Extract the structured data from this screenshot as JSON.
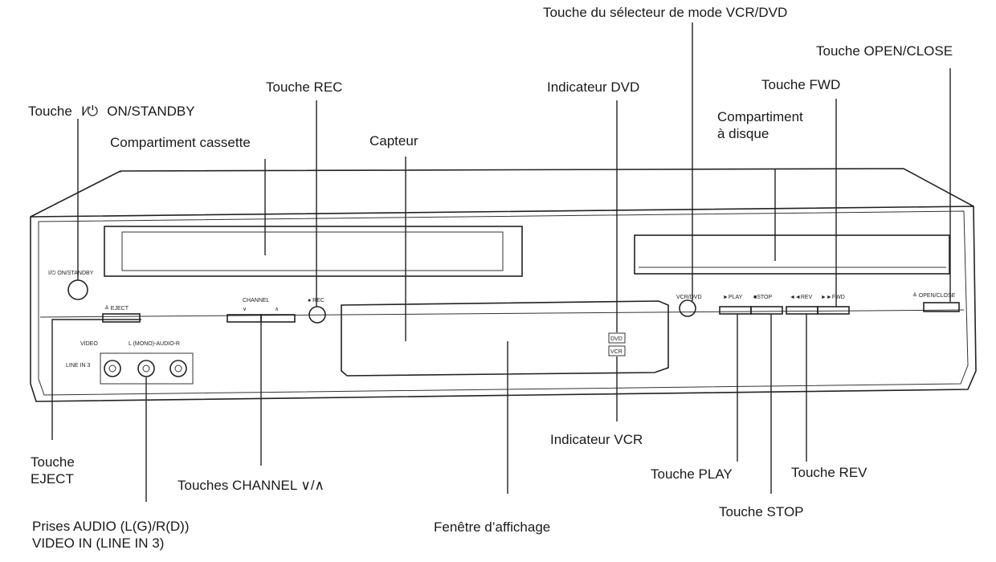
{
  "labels": {
    "vcr_dvd_selector": "Touche du sélecteur de mode VCR/DVD",
    "open_close": "Touche OPEN/CLOSE",
    "rec": "Touche REC",
    "dvd_indicator": "Indicateur DVD",
    "fwd": "Touche FWD",
    "on_standby_prefix": "Touche",
    "on_standby_suffix": "ON/STANDBY",
    "disc_compartment_line1": "Compartiment",
    "disc_compartment_line2": "à disque",
    "cassette_compartment": "Compartiment cassette",
    "sensor": "Capteur",
    "eject_line1": "Touche",
    "eject_line2": "EJECT",
    "vcr_indicator": "Indicateur VCR",
    "play": "Touche PLAY",
    "rev": "Touche REV",
    "channel_prefix": "Touches CHANNEL",
    "audio_video_line1": "Prises AUDIO (L(G)/R(D))",
    "audio_video_line2": "VIDEO IN (LINE IN 3)",
    "display_window": "Fenêtre d’affichage",
    "stop": "Touche STOP"
  },
  "panel": {
    "on_standby": "I/⏻ ON/STANDBY",
    "eject": "≜ EJECT",
    "channel": "CHANNEL",
    "channel_down": "∨",
    "channel_up": "∧",
    "rec": "● REC",
    "vcr_dvd": "VCR/DVD",
    "play": "►PLAY",
    "stop": "■STOP",
    "rev": "◄◄REV",
    "fwd": "►►FWD",
    "open_close": "≜ OPEN/CLOSE",
    "video": "VIDEO",
    "audio": "L (MONO)-AUDIO-R",
    "line_in_3": "LINE IN 3",
    "dvd_badge": "DVD",
    "vcr_badge": "VCR"
  }
}
